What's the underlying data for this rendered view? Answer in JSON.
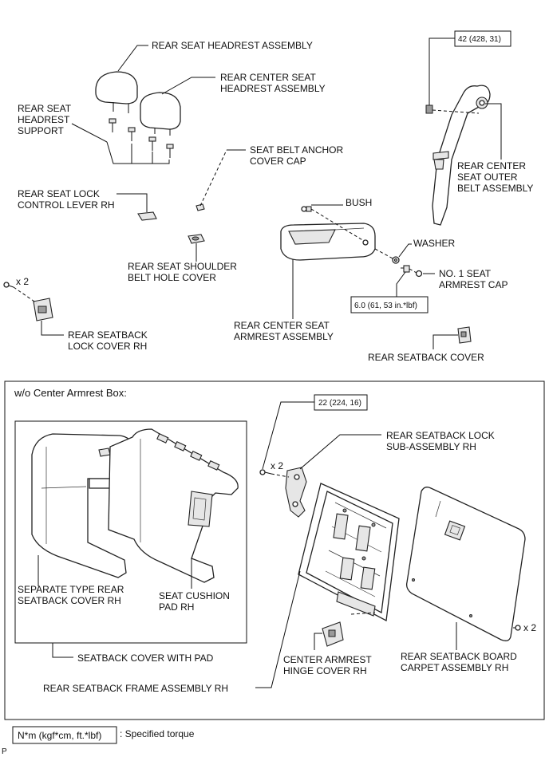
{
  "labels": {
    "rear_seat_headrest_assembly": "REAR SEAT HEADREST ASSEMBLY",
    "rear_center_seat_headrest_1": "REAR CENTER SEAT",
    "rear_center_seat_headrest_2": "HEADREST ASSEMBLY",
    "rear_seat_headrest_support_1": "REAR SEAT",
    "rear_seat_headrest_support_2": "HEADREST",
    "rear_seat_headrest_support_3": "SUPPORT",
    "seat_belt_anchor_cover_cap_1": "SEAT BELT ANCHOR",
    "seat_belt_anchor_cover_cap_2": "COVER CAP",
    "rear_seat_lock_control_lever_1": "REAR SEAT LOCK",
    "rear_seat_lock_control_lever_2": "CONTROL LEVER RH",
    "bush": "BUSH",
    "washer": "WASHER",
    "no1_seat_armrest_cap_1": "NO. 1 SEAT",
    "no1_seat_armrest_cap_2": "ARMREST CAP",
    "rear_center_seat_outer_belt_1": "REAR CENTER",
    "rear_center_seat_outer_belt_2": "SEAT OUTER",
    "rear_center_seat_outer_belt_3": "BELT ASSEMBLY",
    "rear_seat_shoulder_belt_hole_cover_1": "REAR SEAT SHOULDER",
    "rear_seat_shoulder_belt_hole_cover_2": "BELT HOLE COVER",
    "rear_center_seat_armrest_1": "REAR CENTER SEAT",
    "rear_center_seat_armrest_2": "ARMREST ASSEMBLY",
    "rear_seatback_lock_cover_1": "REAR SEATBACK",
    "rear_seatback_lock_cover_2": "LOCK COVER RH",
    "rear_seatback_cover": "REAR SEATBACK COVER",
    "wo_center_armrest_box": "w/o Center Armrest Box:",
    "rear_seatback_lock_sub_1": "REAR SEATBACK LOCK",
    "rear_seatback_lock_sub_2": "SUB-ASSEMBLY RH",
    "separate_type_cover_1": "SEPARATE TYPE REAR",
    "separate_type_cover_2": "SEATBACK COVER RH",
    "seat_cushion_pad_1": "SEAT CUSHION",
    "seat_cushion_pad_2": "PAD RH",
    "seatback_cover_with_pad": "SEATBACK COVER WITH PAD",
    "center_armrest_hinge_cover_1": "CENTER ARMREST",
    "center_armrest_hinge_cover_2": "HINGE COVER RH",
    "rear_seatback_board_carpet_1": "REAR SEATBACK BOARD",
    "rear_seatback_board_carpet_2": "CARPET ASSEMBLY RH",
    "rear_seatback_frame_assembly": "REAR SEATBACK FRAME ASSEMBLY RH"
  },
  "quantities": {
    "lock_cover_bolts": "x 2",
    "lock_sub_bolts": "x 2",
    "carpet_bolts": "x 2"
  },
  "torques": {
    "belt_anchor": "42 (428, 31)",
    "armrest": "6.0 (61, 53 in.*lbf)",
    "seatback_lock": "22 (224, 16)"
  },
  "legend": {
    "unit": "N*m (kgf*cm, ft.*lbf)",
    "description": ": Specified torque"
  },
  "footer_mark": "P"
}
